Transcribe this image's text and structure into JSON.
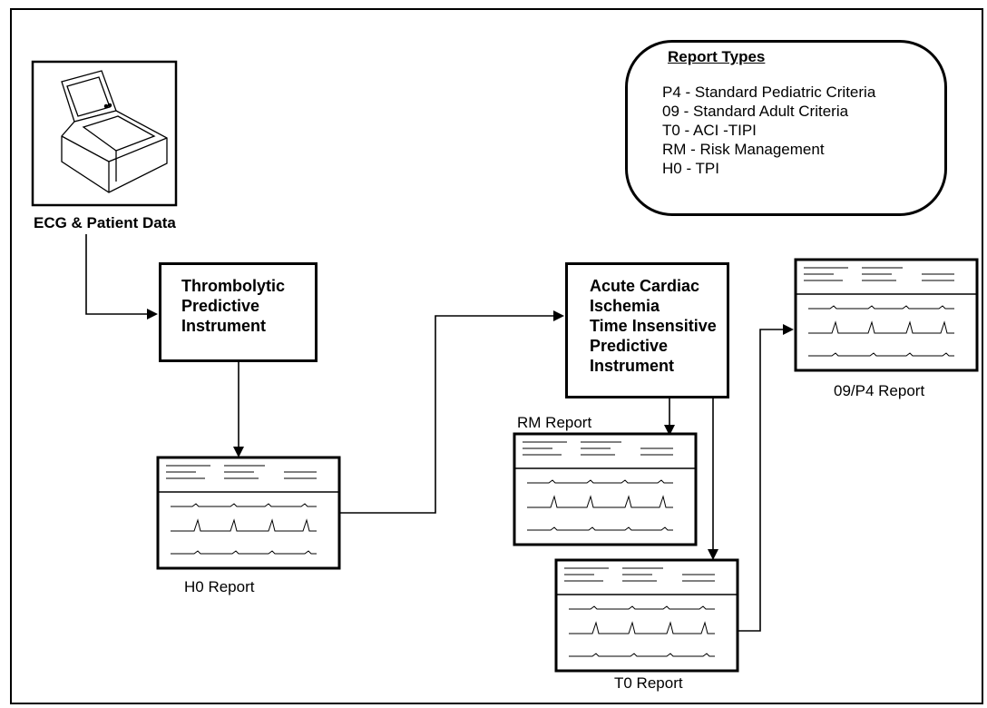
{
  "device": {
    "icon": "ecg-cart-icon",
    "label": "ECG & Patient Data"
  },
  "processes": {
    "tpi": {
      "lines": [
        "Thrombolytic",
        "Predictive",
        "Instrument"
      ]
    },
    "aci_tipi": {
      "lines": [
        "Acute Cardiac",
        "Ischemia",
        "Time Insensitive",
        "Predictive",
        "Instrument"
      ]
    }
  },
  "reports": {
    "h0": {
      "label": "H0 Report",
      "icon": "ecg-report-icon"
    },
    "rm": {
      "label": "RM Report",
      "icon": "ecg-report-icon"
    },
    "t0": {
      "label": "T0 Report",
      "icon": "ecg-report-icon"
    },
    "p4_09": {
      "label": "09/P4 Report",
      "icon": "ecg-report-icon"
    }
  },
  "legend": {
    "title": "Report Types",
    "items": [
      "P4 - Standard Pediatric Criteria",
      "09 - Standard Adult Criteria",
      "T0 - ACI -TIPI",
      "RM - Risk Management",
      "H0 - TPI"
    ]
  },
  "colors": {
    "line": "#000000",
    "background": "#ffffff"
  }
}
